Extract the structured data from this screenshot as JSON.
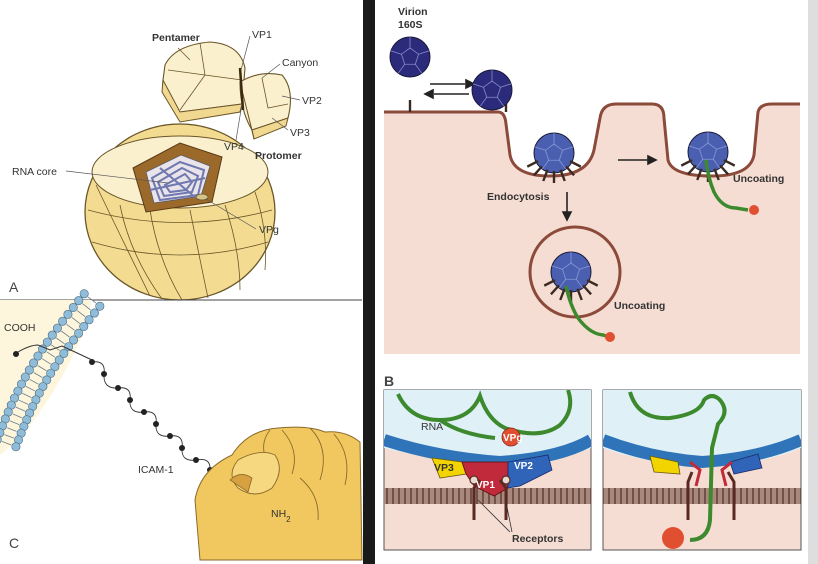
{
  "panel_a": {
    "letter": "A",
    "pentamer": "Pentamer",
    "vp1": "VP1",
    "canyon": "Canyon",
    "vp2": "VP2",
    "vp3": "VP3",
    "vp4": "VP4",
    "protomer": "Protomer",
    "rna_core": "RNA core",
    "vpg": "VPg"
  },
  "panel_c": {
    "letter": "C",
    "cooh": "COOH",
    "icam": "ICAM-1",
    "nh2": "NH",
    "nh2_sub": "2"
  },
  "panel_top_right": {
    "virion_line1": "Virion",
    "virion_line2": "160S",
    "endocytosis": "Endocytosis",
    "uncoating_right": "Uncoating",
    "uncoating_bottom": "Uncoating"
  },
  "panel_b": {
    "letter": "B",
    "rna": "RNA",
    "vpg": "VPg",
    "vp3": "VP3",
    "vp1": "VP1",
    "vp2": "VP2",
    "receptors": "Receptors"
  },
  "colors": {
    "cell": "#f6ddd3",
    "membrane": "#8b4a3a",
    "capsid": "#4a5fb0",
    "virion": "#2c2a7a",
    "rna": "#3d8a2e",
    "vpg": "#e05030",
    "divider": "#1a1a1a",
    "panel_b_bg": "#dff0f6",
    "bilayer_head": "#8fbcd8"
  }
}
